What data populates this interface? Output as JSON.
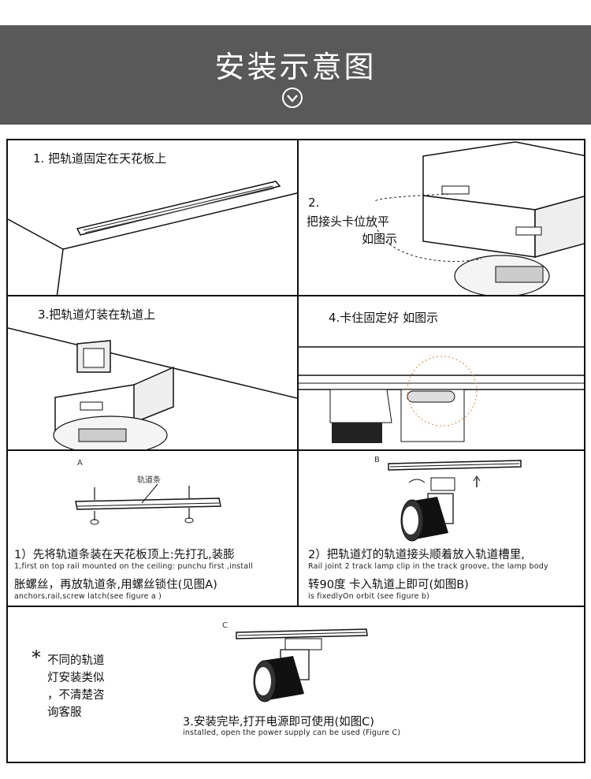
{
  "banner": {
    "title": "安装示意图",
    "icon": "chevron-down-circle-icon"
  },
  "steps": {
    "s1": {
      "caption": "1. 把轨道固定在天花板上"
    },
    "s2": {
      "number": "2.",
      "line1": "把接头卡位放平",
      "line2": "如图示"
    },
    "s3": {
      "caption": "3.把轨道灯装在轨道上"
    },
    "s4": {
      "caption": "4.卡住固定好  如图示"
    }
  },
  "figA": {
    "label": "A",
    "rail_label": "轨道条",
    "zh1": "1）先将轨道条装在天花板顶上:先打孔,装膨",
    "en1": "1,first on top rail mounted on the ceiling: punchu first ,install",
    "zh2": "胀螺丝，再放轨道条,用螺丝锁住(见图A)",
    "en2": "anchors,rail,screw latch(see figure a )"
  },
  "figB": {
    "label": "B",
    "zh1": "2）把轨道灯的轨道接头顺着放入轨道槽里,",
    "en1": "Rail joint 2 track lamp clip in the track groove, the lamp body",
    "zh2": "转90度 卡入轨道上即可(如图B)",
    "en2": "is fixedlyOn orbit (see figure b)"
  },
  "figC": {
    "label": "C",
    "note_star": "*",
    "note": [
      "不同的轨道",
      "灯安装类似",
      "，不清楚咨",
      "询客服"
    ],
    "zh": "3.安装完毕,打开电源即可使用(如图C)",
    "en": "installed, open the power supply can be used (Figure C)"
  },
  "colors": {
    "banner": "#595959",
    "border": "#111111",
    "accent_dashed": "#e08a2a"
  }
}
